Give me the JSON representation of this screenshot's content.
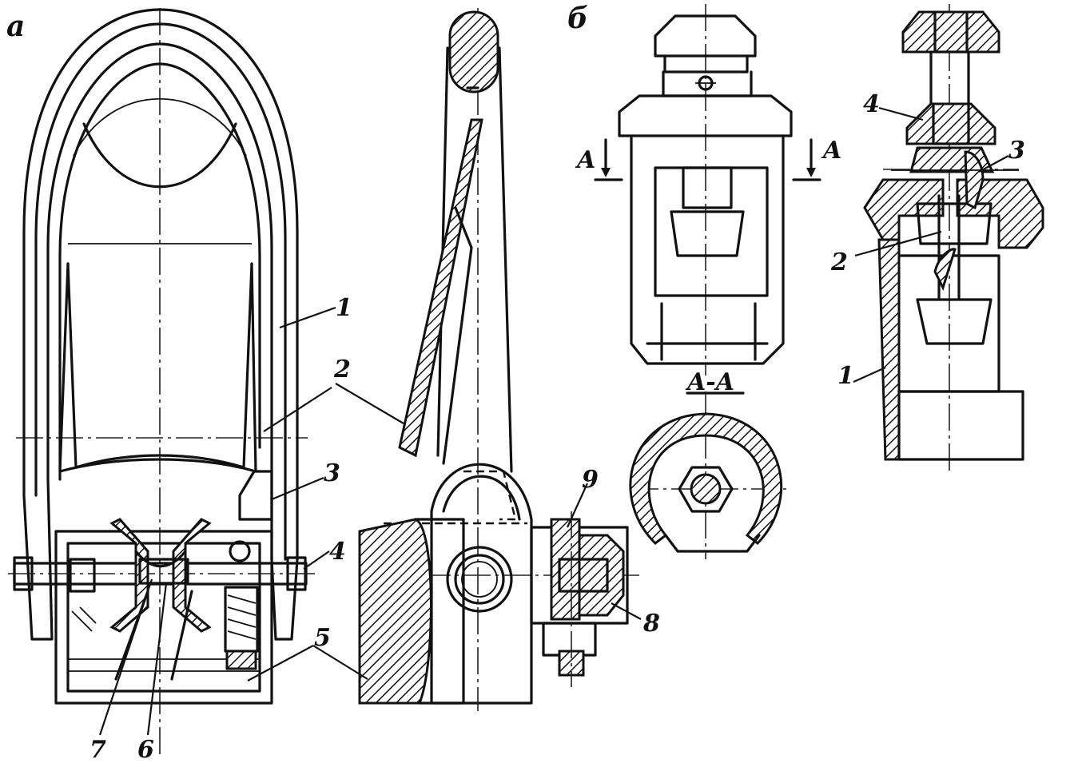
{
  "view_a": {
    "panel_label": "а",
    "callouts": [
      "1",
      "2",
      "3",
      "4",
      "5",
      "6",
      "7",
      "8",
      "9"
    ]
  },
  "view_b": {
    "panel_label": "б",
    "section_marker": "A",
    "section_title": "A-A",
    "callouts": [
      "1",
      "2",
      "3",
      "4"
    ]
  }
}
